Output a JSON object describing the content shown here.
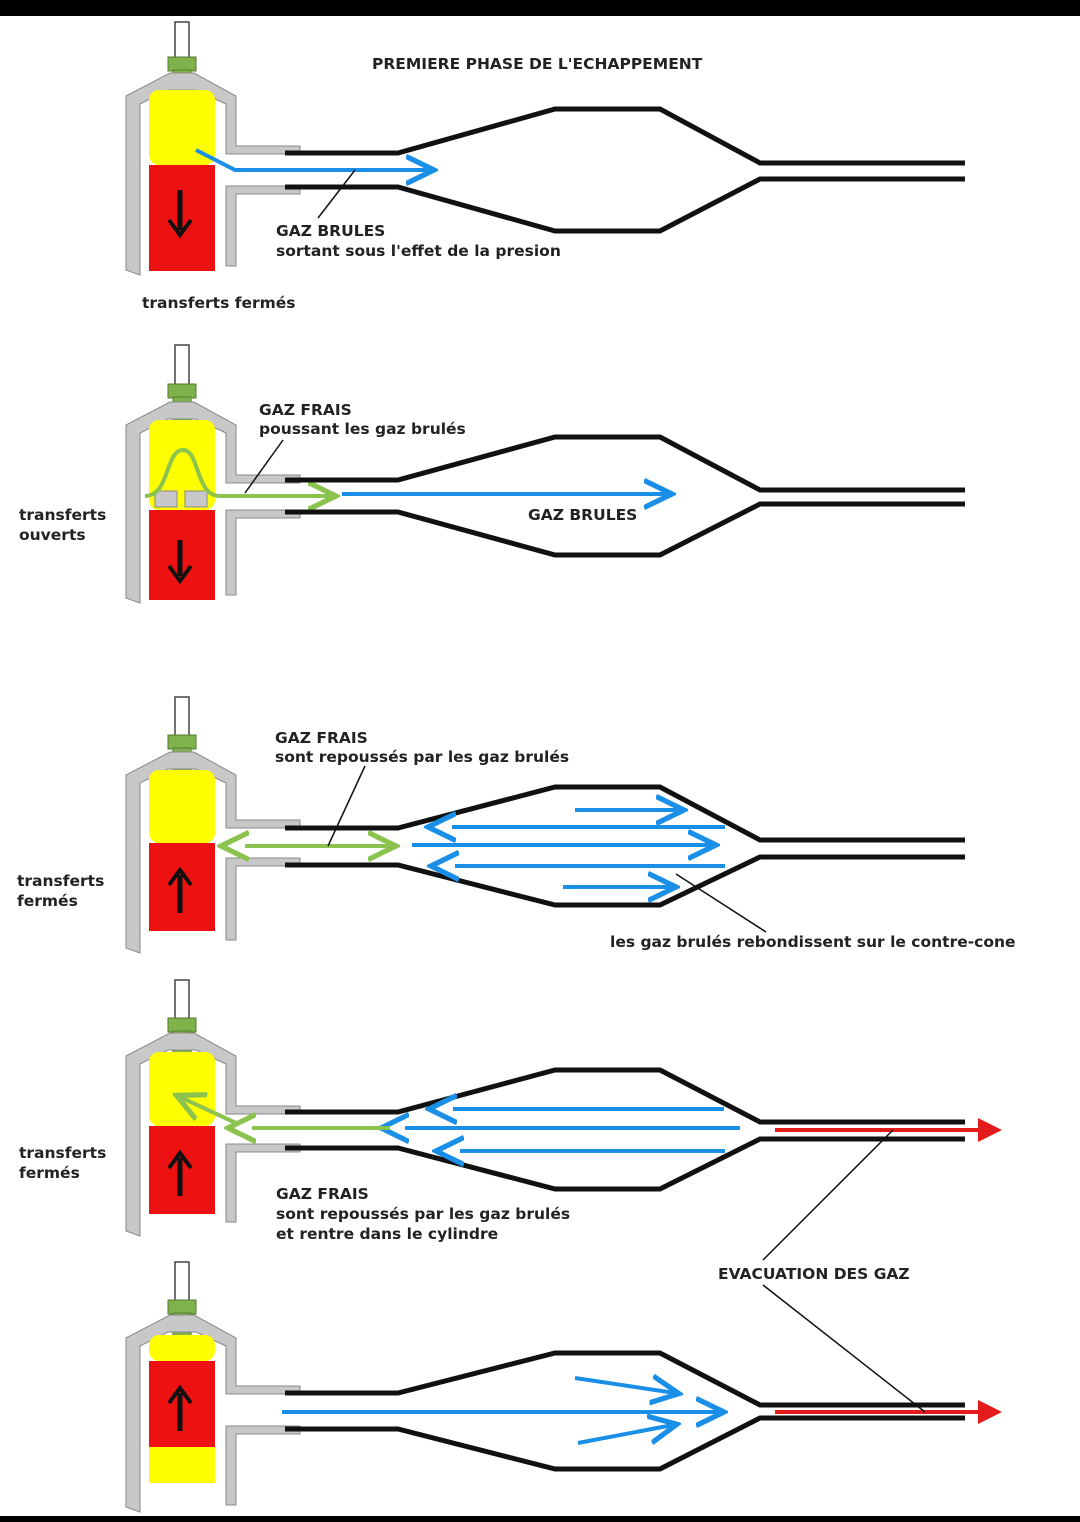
{
  "title": "PREMIERE PHASE DE L'ECHAPPEMENT",
  "colors": {
    "background": "#ffffff",
    "cylinder": "#c8c8c8",
    "fresh_gas": "#ffff00",
    "piston": "#ee1111",
    "spark_plug_green": "#7fb24a",
    "burnt_gas_arrow": "#1a8fe8",
    "fresh_gas_arrow": "#8cc34e",
    "exhaust_arrow": "#e41b1b",
    "pipe": "#111111"
  },
  "panels": [
    {
      "id": "phase1",
      "annotations": [
        {
          "line1": "GAZ BRULES",
          "line2": "sortant sous l'effet de la presion"
        }
      ],
      "transfer_state": [
        "transferts fermés"
      ],
      "piston_direction": "down"
    },
    {
      "id": "phase2",
      "annotations": [
        {
          "line1": "GAZ FRAIS",
          "line2": "poussant les gaz brulés"
        },
        {
          "line1": "GAZ BRULES"
        }
      ],
      "transfer_state": [
        "transferts",
        "ouverts"
      ],
      "piston_direction": "down"
    },
    {
      "id": "phase3",
      "annotations": [
        {
          "line1": "GAZ FRAIS",
          "line2": "sont repoussés par les gaz brulés"
        },
        {
          "line1": "les gaz brulés rebondissent sur le contre-cone"
        }
      ],
      "transfer_state": [
        "transferts",
        "fermés"
      ],
      "piston_direction": "up"
    },
    {
      "id": "phase4",
      "annotations": [
        {
          "line1": "GAZ FRAIS",
          "line2": "sont repoussés par les gaz brulés",
          "line3": "et rentre dans le cylindre"
        },
        {
          "line1": "EVACUATION DES GAZ"
        }
      ],
      "transfer_state": [
        "transferts",
        "fermés"
      ],
      "piston_direction": "up"
    },
    {
      "id": "phase5",
      "annotations": [],
      "transfer_state": [],
      "piston_direction": "up"
    }
  ]
}
